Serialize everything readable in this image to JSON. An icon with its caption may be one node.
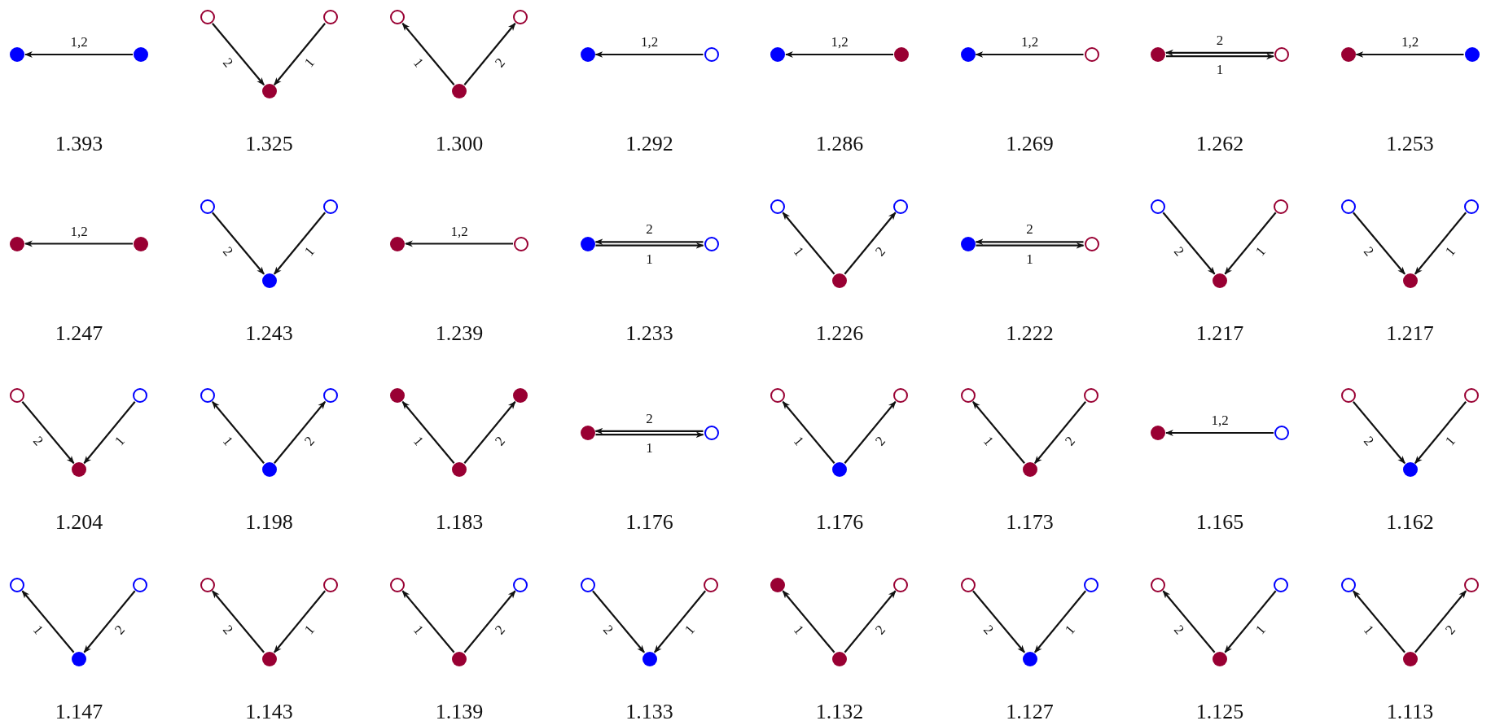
{
  "diagram": {
    "nodes": [
      {
        "text": [],
        "shape": "circle"
      },
      {
        "text": [],
        "shape": "circle"
      },
      {
        "text": [],
        "shape": "ring"
      },
      {
        "text": [],
        "shape": "ring"
      },
      {
        "text": [],
        "shape": "circle"
      },
      {
        "text": [],
        "shape": "ring"
      },
      {
        "text": [],
        "shape": "ring"
      },
      {
        "text": [],
        "shape": "circle"
      },
      {
        "text": [],
        "shape": "circle"
      },
      {
        "text": [],
        "shape": "ring"
      },
      {
        "text": [],
        "shape": "circle"
      },
      {
        "text": [],
        "shape": "circle"
      },
      {
        "text": [],
        "shape": "circle"
      },
      {
        "text": [],
        "shape": "ring"
      },
      {
        "text": [],
        "shape": "circle"
      },
      {
        "text": [],
        "shape": "ring"
      },
      {
        "text": [],
        "shape": "circle"
      },
      {
        "text": [],
        "shape": "circle"
      },
      {
        "text": [],
        "shape": "circle"
      },
      {
        "text": [],
        "shape": "circle"
      },
      {
        "text": [],
        "shape": "ring"
      },
      {
        "text": [],
        "shape": "ring"
      },
      {
        "text": [],
        "shape": "circle"
      },
      {
        "text": [],
        "shape": "circle"
      },
      {
        "text": [],
        "shape": "ring"
      },
      {
        "text": [],
        "shape": "circle"
      },
      {
        "text": [],
        "shape": "ring"
      },
      {
        "text": [],
        "shape": "ring"
      },
      {
        "text": [],
        "shape": "ring"
      },
      {
        "text": [],
        "shape": "circle"
      },
      {
        "text": [],
        "shape": "circle"
      },
      {
        "text": [],
        "shape": "ring"
      },
      {
        "text": [],
        "shape": "ring"
      },
      {
        "text": [],
        "shape": "ring"
      },
      {
        "text": [],
        "shape": "circle"
      },
      {
        "text": [],
        "shape": "ring"
      },
      {
        "text": [],
        "shape": "ring"
      },
      {
        "text": [],
        "shape": "circle"
      },
      {
        "text": [],
        "shape": "ring"
      },
      {
        "text": [],
        "shape": "ring"
      },
      {
        "text": [],
        "shape": "circle"
      },
      {
        "text": [],
        "shape": "ring"
      },
      {
        "text": [],
        "shape": "ring"
      },
      {
        "text": [],
        "shape": "circle"
      },
      {
        "text": [],
        "shape": "circle"
      },
      {
        "text": [],
        "shape": "circle"
      },
      {
        "text": [],
        "shape": "circle"
      },
      {
        "text": [],
        "shape": "circle"
      },
      {
        "text": [],
        "shape": "ring"
      },
      {
        "text": [],
        "shape": "ring"
      },
      {
        "text": [],
        "shape": "ring"
      },
      {
        "text": [],
        "shape": "circle"
      },
      {
        "text": [],
        "shape": "ring"
      },
      {
        "text": [],
        "shape": "ring"
      },
      {
        "text": [],
        "shape": "circle"
      },
      {
        "text": [],
        "shape": "circle"
      },
      {
        "text": [],
        "shape": "ring"
      },
      {
        "text": [],
        "shape": "ring"
      },
      {
        "text": [],
        "shape": "ring"
      },
      {
        "text": [],
        "shape": "circle"
      },
      {
        "text": [],
        "shape": "ring"
      },
      {
        "text": [],
        "shape": "ring"
      },
      {
        "text": [],
        "shape": "circle"
      },
      {
        "text": [],
        "shape": "ring"
      },
      {
        "text": [],
        "shape": "ring"
      },
      {
        "text": [],
        "shape": "circle"
      },
      {
        "text": [],
        "shape": "ring"
      },
      {
        "text": [],
        "shape": "ring"
      },
      {
        "text": [],
        "shape": "circle"
      },
      {
        "text": [],
        "shape": "ring"
      },
      {
        "text": [],
        "shape": "ring"
      },
      {
        "text": [],
        "shape": "circle"
      },
      {
        "text": [],
        "shape": "circle"
      },
      {
        "text": [],
        "shape": "ring"
      },
      {
        "text": [],
        "shape": "circle"
      },
      {
        "text": [],
        "shape": "ring"
      },
      {
        "text": [],
        "shape": "ring"
      },
      {
        "text": [],
        "shape": "circle"
      },
      {
        "text": [],
        "shape": "ring"
      },
      {
        "text": [],
        "shape": "ring"
      },
      {
        "text": [],
        "shape": "circle"
      },
      {
        "text": [],
        "shape": "ring"
      },
      {
        "text": [],
        "shape": "ring"
      },
      {
        "text": [],
        "shape": "circle"
      }
    ],
    "edges": [
      {
        "from": 1,
        "to": 0,
        "arrow": "to",
        "label": "1,2"
      },
      {
        "from": 2,
        "to": 4,
        "arrow": "to",
        "label": "2"
      },
      {
        "from": 3,
        "to": 4,
        "arrow": "to",
        "label": "1"
      },
      {
        "from": 7,
        "to": 5,
        "arrow": "to",
        "label": "1"
      },
      {
        "from": 7,
        "to": 6,
        "arrow": "to",
        "label": "2"
      },
      {
        "from": 9,
        "to": 8,
        "arrow": "to",
        "label": "1,2"
      },
      {
        "from": 11,
        "to": 10,
        "arrow": "to",
        "label": "1,2"
      },
      {
        "from": 13,
        "to": 12,
        "arrow": "to",
        "label": "1,2"
      },
      {
        "from": 15,
        "to": 14,
        "arrow": "to",
        "label": "2"
      },
      {
        "from": 14,
        "to": 15,
        "arrow": "to",
        "label": "1"
      },
      {
        "from": 17,
        "to": 16,
        "arrow": "to",
        "label": "1,2"
      },
      {
        "from": 19,
        "to": 18,
        "arrow": "to",
        "label": "1,2"
      },
      {
        "from": 20,
        "to": 22,
        "arrow": "to",
        "label": "2"
      },
      {
        "from": 21,
        "to": 22,
        "arrow": "to",
        "label": "1"
      },
      {
        "from": 24,
        "to": 23,
        "arrow": "to",
        "label": "1,2"
      },
      {
        "from": 26,
        "to": 25,
        "arrow": "to",
        "label": "2"
      },
      {
        "from": 25,
        "to": 26,
        "arrow": "to",
        "label": "1"
      },
      {
        "from": 29,
        "to": 27,
        "arrow": "to",
        "label": "1"
      },
      {
        "from": 29,
        "to": 28,
        "arrow": "to",
        "label": "2"
      },
      {
        "from": 31,
        "to": 30,
        "arrow": "to",
        "label": "2"
      },
      {
        "from": 30,
        "to": 31,
        "arrow": "to",
        "label": "1"
      },
      {
        "from": 32,
        "to": 34,
        "arrow": "to",
        "label": "2"
      },
      {
        "from": 33,
        "to": 34,
        "arrow": "to",
        "label": "1"
      },
      {
        "from": 35,
        "to": 37,
        "arrow": "to",
        "label": "2"
      },
      {
        "from": 36,
        "to": 37,
        "arrow": "to",
        "label": "1"
      },
      {
        "from": 38,
        "to": 40,
        "arrow": "to",
        "label": "2"
      },
      {
        "from": 39,
        "to": 40,
        "arrow": "to",
        "label": "1"
      },
      {
        "from": 43,
        "to": 41,
        "arrow": "to",
        "label": "1"
      },
      {
        "from": 43,
        "to": 42,
        "arrow": "to",
        "label": "2"
      },
      {
        "from": 46,
        "to": 44,
        "arrow": "to",
        "label": "1"
      },
      {
        "from": 46,
        "to": 45,
        "arrow": "to",
        "label": "2"
      },
      {
        "from": 48,
        "to": 47,
        "arrow": "to",
        "label": "2"
      },
      {
        "from": 47,
        "to": 48,
        "arrow": "to",
        "label": "1"
      },
      {
        "from": 51,
        "to": 49,
        "arrow": "to",
        "label": "1"
      },
      {
        "from": 51,
        "to": 50,
        "arrow": "to",
        "label": "2"
      },
      {
        "from": 54,
        "to": 52,
        "arrow": "to",
        "label": "1"
      },
      {
        "from": 53,
        "to": 54,
        "arrow": "to",
        "label": "2"
      },
      {
        "from": 56,
        "to": 55,
        "arrow": "to",
        "label": "1,2"
      },
      {
        "from": 57,
        "to": 59,
        "arrow": "to",
        "label": "2"
      },
      {
        "from": 58,
        "to": 59,
        "arrow": "to",
        "label": "1"
      },
      {
        "from": 62,
        "to": 60,
        "arrow": "to",
        "label": "1"
      },
      {
        "from": 61,
        "to": 62,
        "arrow": "to",
        "label": "2"
      },
      {
        "from": 65,
        "to": 63,
        "arrow": "to",
        "label": "2"
      },
      {
        "from": 64,
        "to": 65,
        "arrow": "to",
        "label": "1"
      },
      {
        "from": 68,
        "to": 66,
        "arrow": "to",
        "label": "1"
      },
      {
        "from": 68,
        "to": 67,
        "arrow": "to",
        "label": "2"
      },
      {
        "from": 69,
        "to": 71,
        "arrow": "to",
        "label": "2"
      },
      {
        "from": 70,
        "to": 71,
        "arrow": "to",
        "label": "1"
      },
      {
        "from": 74,
        "to": 72,
        "arrow": "to",
        "label": "1"
      },
      {
        "from": 74,
        "to": 73,
        "arrow": "to",
        "label": "2"
      },
      {
        "from": 75,
        "to": 77,
        "arrow": "to",
        "label": "2"
      },
      {
        "from": 76,
        "to": 77,
        "arrow": "to",
        "label": "1"
      },
      {
        "from": 80,
        "to": 78,
        "arrow": "to",
        "label": "2"
      },
      {
        "from": 79,
        "to": 80,
        "arrow": "to",
        "label": "1"
      },
      {
        "from": 83,
        "to": 81,
        "arrow": "to",
        "label": "1"
      },
      {
        "from": 83,
        "to": 82,
        "arrow": "to",
        "label": "2"
      }
    ],
    "labels": [
      "1.393",
      "1.325",
      "1.300",
      "1.292",
      "1.286",
      "1.269",
      "1.262",
      "1.253",
      "1.247",
      "1.243",
      "1.239",
      "1.233",
      "1.226",
      "1.222",
      "1.217",
      "1.217",
      "1.204",
      "1.198",
      "1.183",
      "1.176",
      "1.176",
      "1.173",
      "1.165",
      "1.162",
      "1.147",
      "1.143",
      "1.139",
      "1.133",
      "1.132",
      "1.127",
      "1.125",
      "1.113"
    ]
  }
}
